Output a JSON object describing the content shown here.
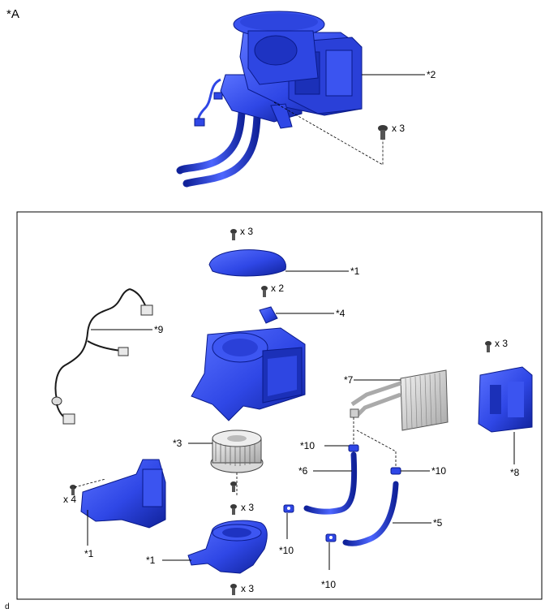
{
  "view_label": "*A",
  "corner_code": "d",
  "colors": {
    "part_fill": "#2f47e6",
    "part_light": "#5a72ff",
    "part_dark": "#10229a",
    "outline": "#0a1a8a",
    "bolt": "#3a3a3a"
  },
  "callouts": {
    "assembly": "*2",
    "screws_top": "x 3",
    "cover_screws": "x 3",
    "cover": "*1",
    "resistor_screws": "x 2",
    "resistor": "*4",
    "harness": "*9",
    "evaporator": "*7",
    "case_screws": "x 3",
    "case": "*8",
    "blower_motor": "*3",
    "clamp_a": "*10",
    "tube_a": "*6",
    "clamp_b": "*10",
    "duct_screws": "x 4",
    "duct": "*1",
    "motor_screws": "x 3",
    "clamp_c": "*10",
    "tube_b": "*5",
    "lower_case": "*1",
    "lower_screws": "x 3",
    "clamp_d": "*10"
  }
}
